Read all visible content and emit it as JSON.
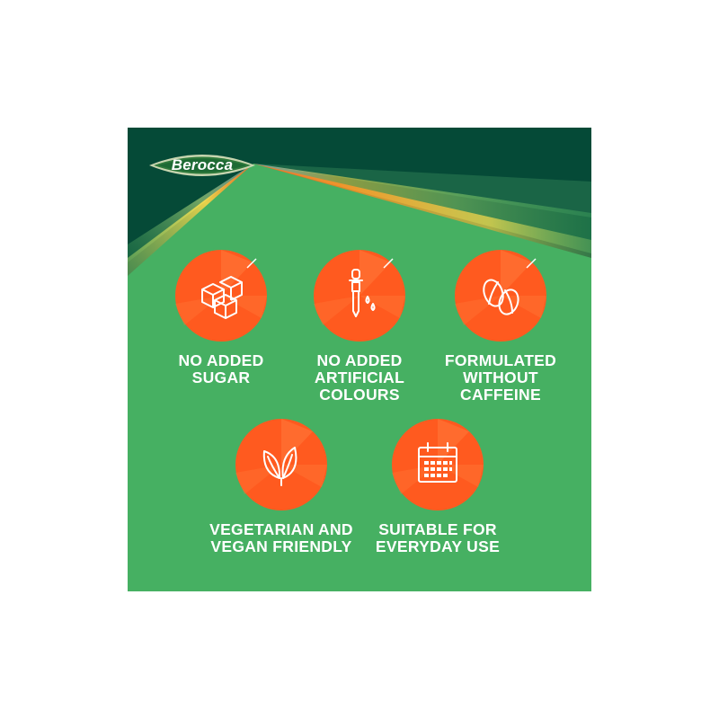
{
  "brand": {
    "name": "Berocca",
    "colors": {
      "dark_green": "#054a37",
      "panel_green": "#46b062",
      "badge_orange": "#ff5a1f",
      "ray_yellow": "#ffe04d",
      "ray_orange": "#ff8a2a",
      "ray_light_green": "#8ed06a"
    }
  },
  "benefits": [
    {
      "lines": [
        "NO ADDED",
        "SUGAR"
      ],
      "icon": "sugar-cubes-icon"
    },
    {
      "lines": [
        "NO ADDED",
        "ARTIFICIAL",
        "COLOURS"
      ],
      "icon": "dropper-icon"
    },
    {
      "lines": [
        "FORMULATED",
        "WITHOUT",
        "CAFFEINE"
      ],
      "icon": "coffee-bean-icon"
    },
    {
      "lines": [
        "VEGETARIAN AND",
        "VEGAN FRIENDLY"
      ],
      "icon": "leaves-icon"
    },
    {
      "lines": [
        "SUITABLE FOR",
        "EVERYDAY USE"
      ],
      "icon": "calendar-icon"
    }
  ]
}
